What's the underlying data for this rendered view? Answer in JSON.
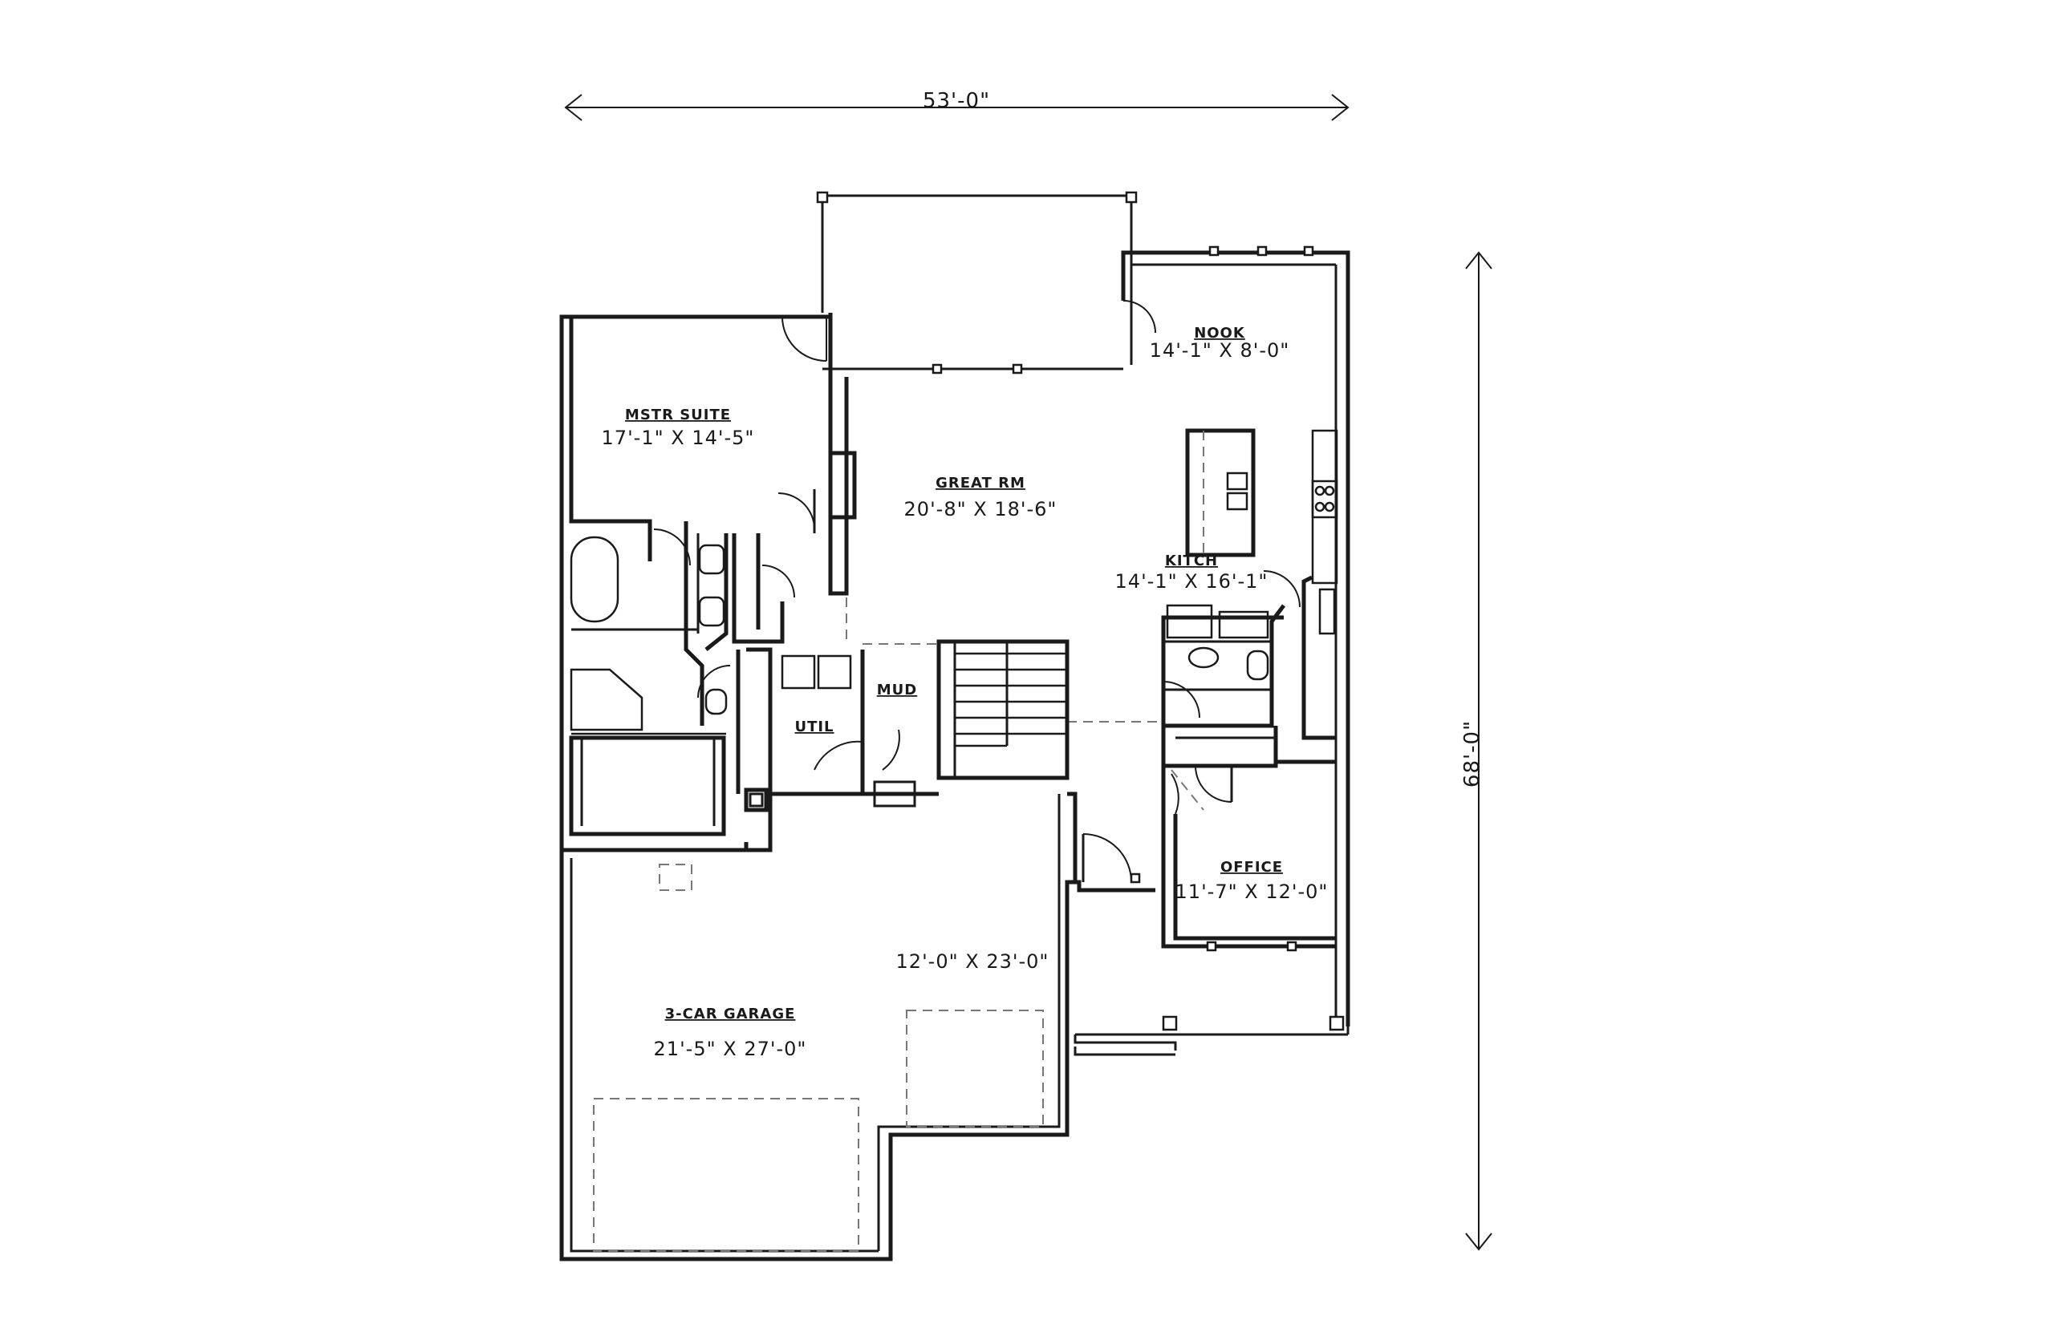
{
  "dimensions": {
    "width_label": "53'-0\"",
    "depth_label": "68'-0\""
  },
  "rooms": {
    "nook": {
      "name": "NOOK",
      "size": "14'-1\" X 8'-0\""
    },
    "mstr_suite": {
      "name": "MSTR SUITE",
      "size": "17'-1\" X 14'-5\""
    },
    "great_rm": {
      "name": "GREAT RM",
      "size": "20'-8\" X 18'-6\""
    },
    "kitch": {
      "name": "KITCH",
      "size": "14'-1\" X 16'-1\""
    },
    "mud": {
      "name": "MUD"
    },
    "util": {
      "name": "UTIL"
    },
    "office": {
      "name": "OFFICE",
      "size": "11'-7\" X 12'-0\""
    },
    "garage_bay": {
      "size": "12'-0\" X 23'-0\""
    },
    "garage": {
      "name": "3-CAR GARAGE",
      "size": "21'-5\" X 27'-0\""
    }
  }
}
